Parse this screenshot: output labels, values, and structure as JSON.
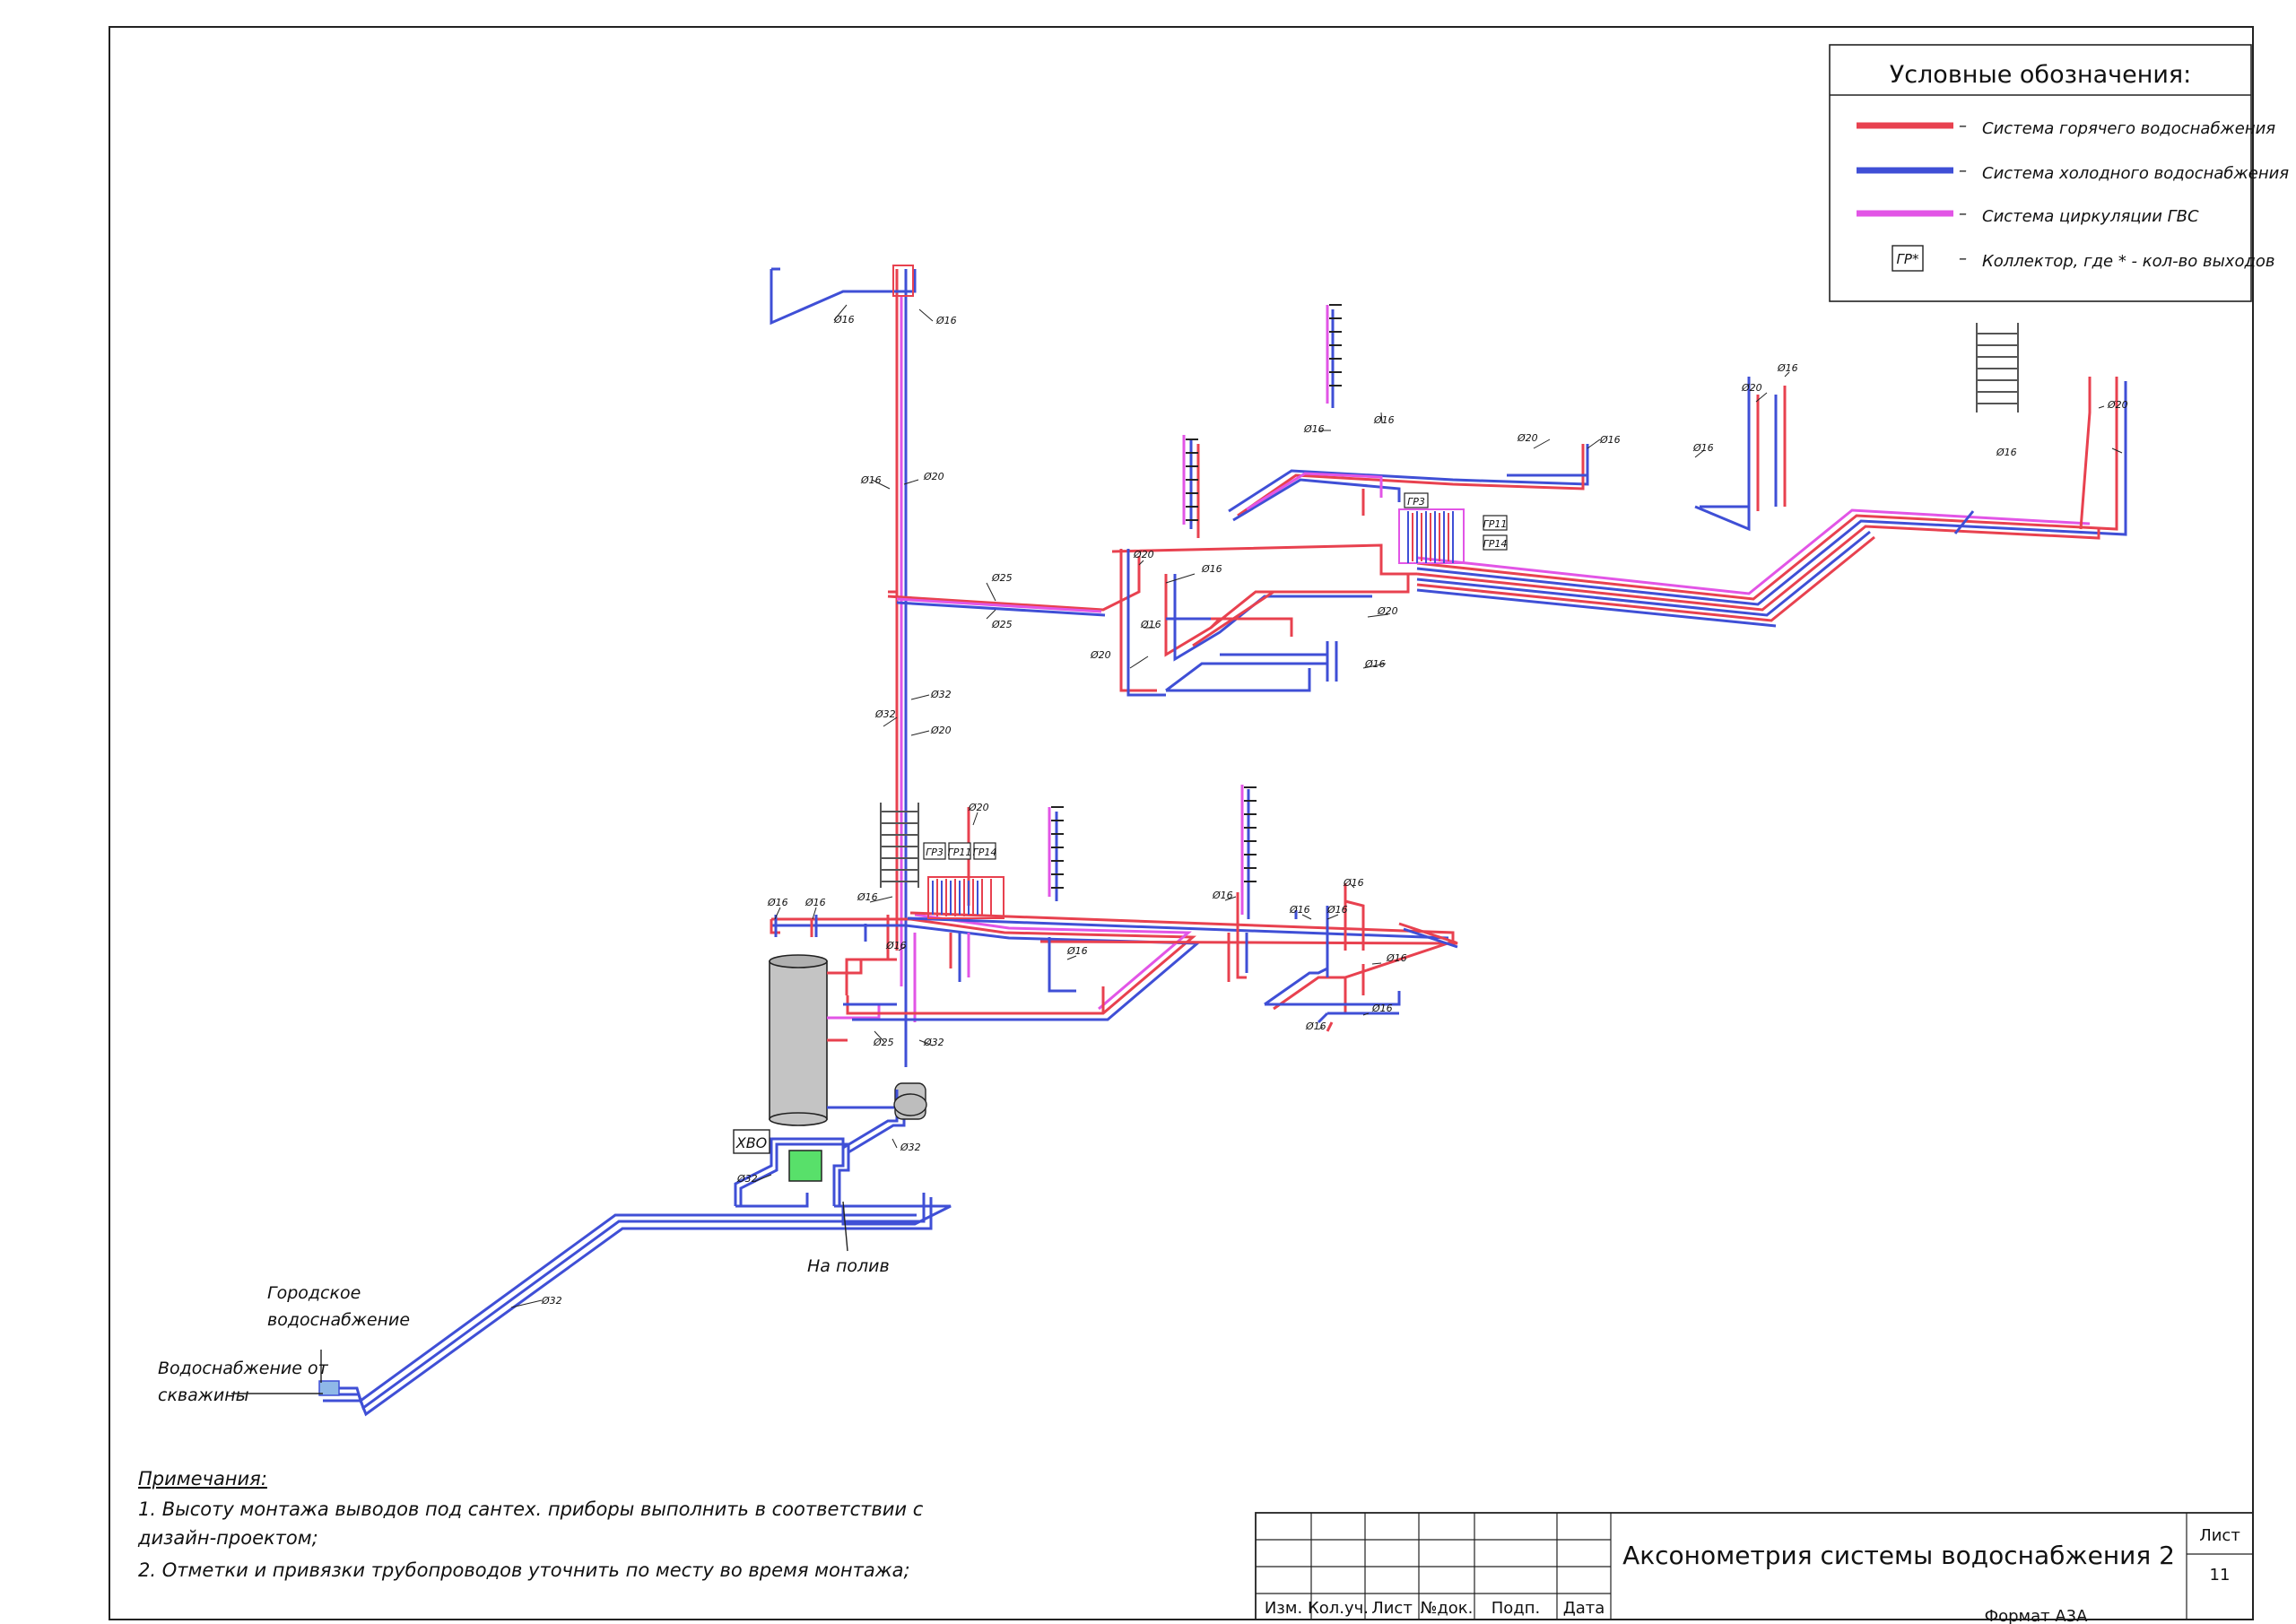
{
  "legend": {
    "title": "Условные обозначения:",
    "items": [
      {
        "label": "Система горячего водоснабжения",
        "color": "#e8414f"
      },
      {
        "label": "Система холодного водоснабжения",
        "color": "#3f4fd6"
      },
      {
        "label": "Система циркуляции ГВС",
        "color": "#e255e6"
      },
      {
        "label": "Коллектор, где * - кол-во выходов",
        "symbol": "ГР*"
      }
    ]
  },
  "labels": {
    "city_water": [
      "Городское",
      "водоснабжение"
    ],
    "well_water": [
      "Водоснабжение от",
      "скважины"
    ],
    "irrigation": "На полив",
    "water_treatment": "ХВО"
  },
  "collectors": [
    "ГР3",
    "ГР11",
    "ГР14",
    "ГР3",
    "ГР11",
    "ГР14"
  ],
  "diameters": {
    "d16": "Ø16",
    "d20": "Ø20",
    "d25": "Ø25",
    "d32": "Ø32"
  },
  "notes": {
    "heading": "Примечания:",
    "line1": "1. Высоту монтажа выводов под сантех. приборы выполнить в соответствии с",
    "line2": "дизайн-проектом;",
    "line3": "2. Отметки и привязки трубопроводов уточнить по месту во время монтажа;"
  },
  "title_block": {
    "cols": [
      "Изм.",
      "Кол.уч.",
      "Лист",
      "№док.",
      "Подп.",
      "Дата"
    ],
    "title": "Аксонометрия системы водоснабжения 2",
    "sheet_label": "Лист",
    "sheet_number": "11",
    "format": "Формат А3А"
  }
}
